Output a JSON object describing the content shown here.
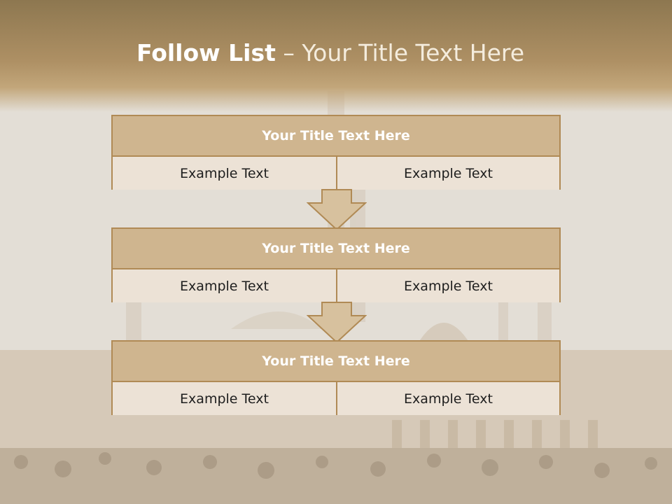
{
  "slide": {
    "title_bold": "Follow List",
    "title_rest": " – Your Title Text Here",
    "steps": [
      {
        "title": "Your Title Text Here",
        "left_text": "Example Text",
        "right_text": "Example Text"
      },
      {
        "title": "Your Title Text Here",
        "left_text": "Example Text",
        "right_text": "Example Text"
      },
      {
        "title": "Your Title Text Here",
        "left_text": "Example Text",
        "right_text": "Example Text"
      }
    ]
  },
  "colors": {
    "header_brown": "#8d7750",
    "box_title_fill": "#cfb58f",
    "box_cell_fill": "#ece2d6",
    "border": "#b08a55",
    "arrow_fill": "#d7c19e"
  }
}
